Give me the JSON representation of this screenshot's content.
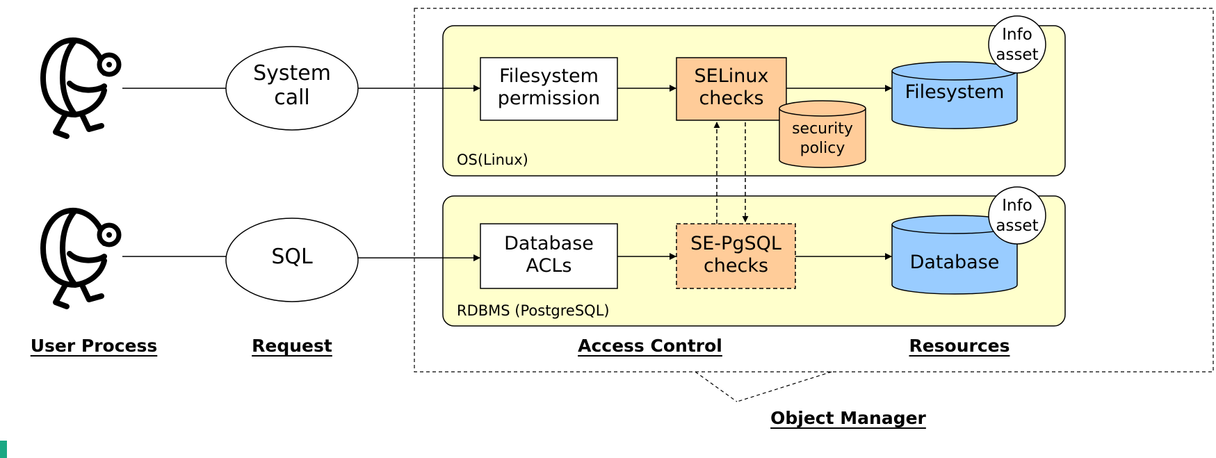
{
  "headings": {
    "user_process": "User Process",
    "request": "Request",
    "access_control": "Access Control",
    "resources": "Resources",
    "object_manager": "Object Manager"
  },
  "requests": {
    "syscall": "System\ncall",
    "sql": "SQL"
  },
  "os_region": {
    "label": "OS(Linux)",
    "permission": "Filesystem\npermission",
    "checks": "SELinux\nchecks",
    "policy": "security\npolicy",
    "resource": "Filesystem",
    "asset": "Info\nasset"
  },
  "db_region": {
    "label": "RDBMS (PostgreSQL)",
    "permission": "Database\nACLs",
    "checks": "SE-PgSQL\nchecks",
    "resource": "Database",
    "asset": "Info\nasset"
  },
  "colors": {
    "region_fill": "#ffffcc",
    "checks_fill": "#ffcc99",
    "resource_fill": "#99ccff",
    "accent_bar": "#1aa884"
  },
  "icons": {
    "user_top": "person-figure-icon",
    "user_bottom": "person-figure-icon"
  }
}
